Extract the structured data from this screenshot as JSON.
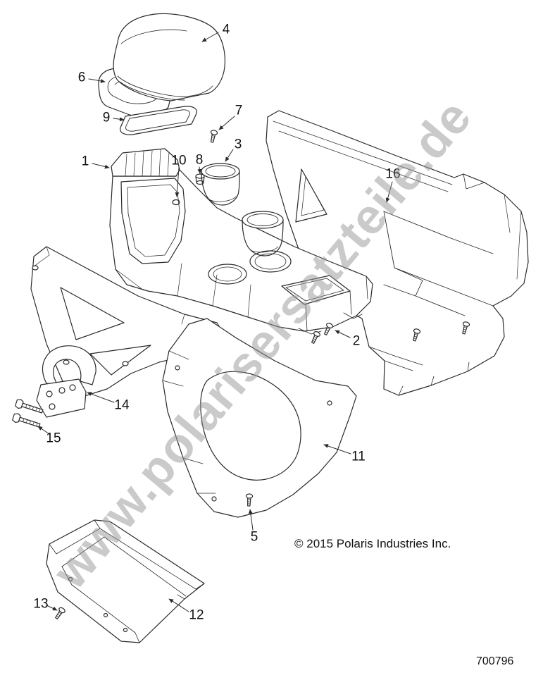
{
  "diagram": {
    "watermark": "www.polarisersatzteile.de",
    "copyright": "© 2015 Polaris Industries Inc.",
    "figure_number": "700796",
    "callouts": [
      {
        "label": "1"
      },
      {
        "label": "2"
      },
      {
        "label": "3"
      },
      {
        "label": "4"
      },
      {
        "label": "5"
      },
      {
        "label": "6"
      },
      {
        "label": "7"
      },
      {
        "label": "8"
      },
      {
        "label": "9"
      },
      {
        "label": "10"
      },
      {
        "label": "11"
      },
      {
        "label": "12"
      },
      {
        "label": "13"
      },
      {
        "label": "14"
      },
      {
        "label": "15"
      },
      {
        "label": "16"
      }
    ],
    "colors": {
      "line": "#2a2a2a",
      "watermark": "#969696",
      "background": "#ffffff"
    }
  }
}
